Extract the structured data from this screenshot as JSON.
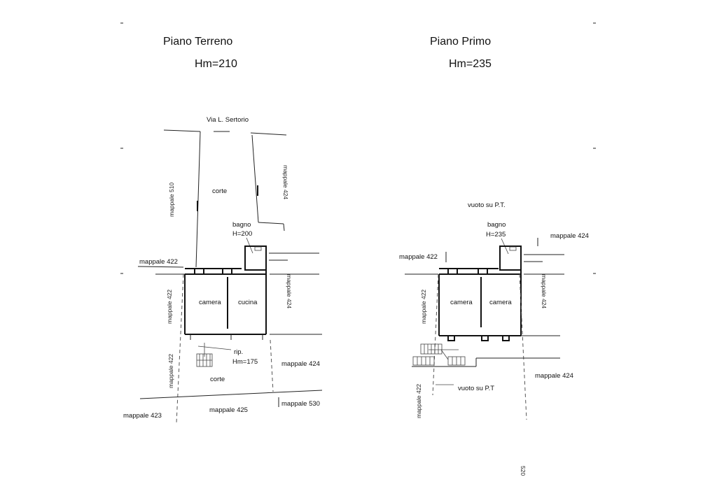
{
  "left_plan": {
    "title": "Piano Terreno",
    "height": "Hm=210",
    "street": "Via L. Sertorio",
    "labels": {
      "mappale_510": "mappale 510",
      "mappale_424_top": "mappale 424",
      "corte_top": "corte",
      "bagno": "bagno",
      "bagno_h": "H=200",
      "mappale_422_h": "mappale 422",
      "mappale_422_v": "mappale 422",
      "camera": "camera",
      "cucina": "cucina",
      "mappale_424_right": "mappale 424",
      "mappale_422_lower": "mappale 422",
      "rip": "rip.",
      "rip_h": "Hm=175",
      "mappale_424_lower": "mappale 424",
      "corte_bottom": "corte",
      "mappale_423": "mappale 423",
      "mappale_425": "mappale 425",
      "mappale_530": "mappale 530"
    }
  },
  "right_plan": {
    "title": "Piano Primo",
    "height": "Hm=235",
    "labels": {
      "vuoto_top": "vuoto su P.T.",
      "bagno": "bagno",
      "bagno_h": "H=235",
      "mappale_424_top": "mappale 424",
      "mappale_422_h": "mappale 422",
      "mappale_422_v": "mappale 422",
      "camera_1": "camera",
      "camera_2": "camera",
      "mappale_424_right": "mappale 424",
      "mappale_422_bottom": "mappale 422",
      "vuoto_bottom": "vuoto su P.T",
      "mappale_424_bottom": "mappale 424"
    }
  },
  "page_number": "520"
}
